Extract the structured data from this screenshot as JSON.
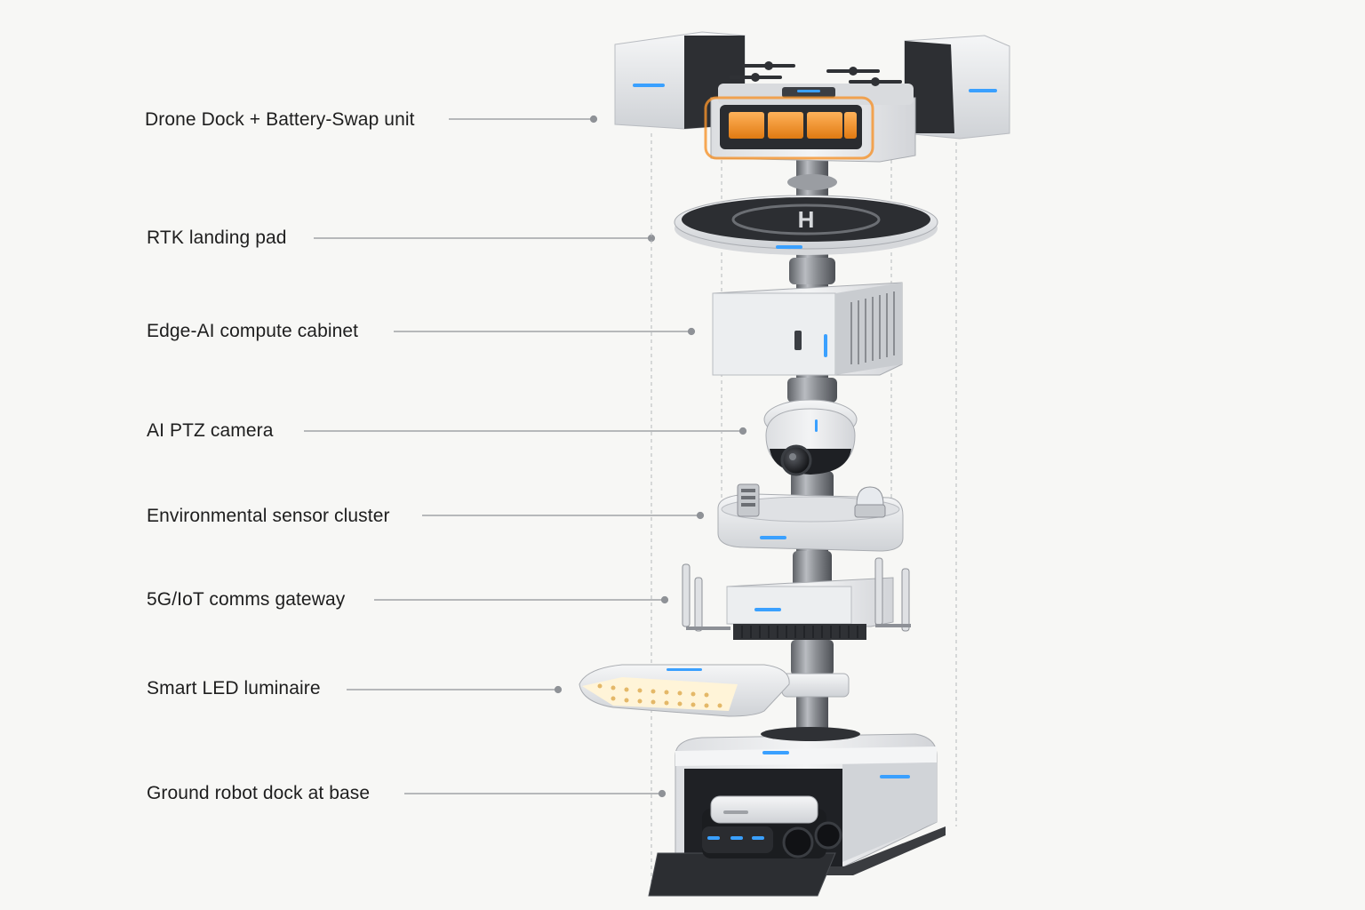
{
  "labels": [
    {
      "id": "drone-dock",
      "text": "Drone Dock + Battery-Swap unit"
    },
    {
      "id": "rtk-pad",
      "text": "RTK landing pad"
    },
    {
      "id": "edge-ai",
      "text": "Edge-AI compute cabinet"
    },
    {
      "id": "ptz-camera",
      "text": "AI PTZ camera"
    },
    {
      "id": "env-sensor",
      "text": "Environmental sensor cluster"
    },
    {
      "id": "comms-gateway",
      "text": "5G/IoT comms gateway"
    },
    {
      "id": "led-luminaire",
      "text": "Smart LED luminaire"
    },
    {
      "id": "robot-dock",
      "text": "Ground robot dock at base"
    }
  ],
  "colors": {
    "background": "#f7f7f5",
    "module_body": "#e9eaec",
    "module_edge": "#b9bcc1",
    "pole": "#8d9096",
    "accent_led": "#3aa0ff",
    "battery": "#f5922a",
    "dark": "#2a2c30"
  }
}
